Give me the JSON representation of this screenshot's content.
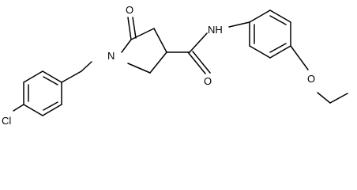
{
  "molecule": {
    "atoms": {
      "ketone_oxygen": "O",
      "amide_oxygen": "O",
      "ring_nitrogen": "N",
      "amide_nh": "NH",
      "ether_oxygen": "O",
      "chlorine": "Cl"
    }
  },
  "colors": {
    "bond": "#000000",
    "label": "#000000",
    "background": "#ffffff"
  }
}
